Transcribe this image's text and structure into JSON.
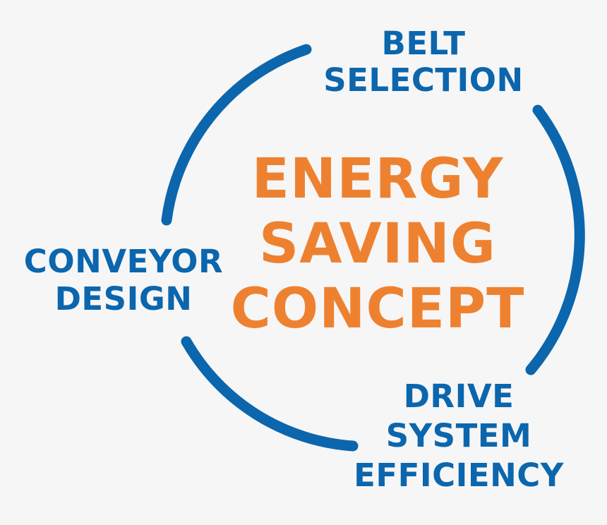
{
  "center": {
    "line1": "ENERGY",
    "line2": "SAVING",
    "line3": "CONCEPT"
  },
  "segments": {
    "belt_selection": {
      "line1": "BELT",
      "line2": "SELECTION"
    },
    "conveyor_design": {
      "line1": "CONVEYOR",
      "line2": "DESIGN"
    },
    "drive_system_efficiency": {
      "line1": "DRIVE",
      "line2": "SYSTEM",
      "line3": "EFFICIENCY"
    }
  },
  "colors": {
    "ring": "#0b66ad",
    "segment_text": "#0b66ad",
    "center_text": "#ee8130",
    "background": "#f6f6f6"
  }
}
